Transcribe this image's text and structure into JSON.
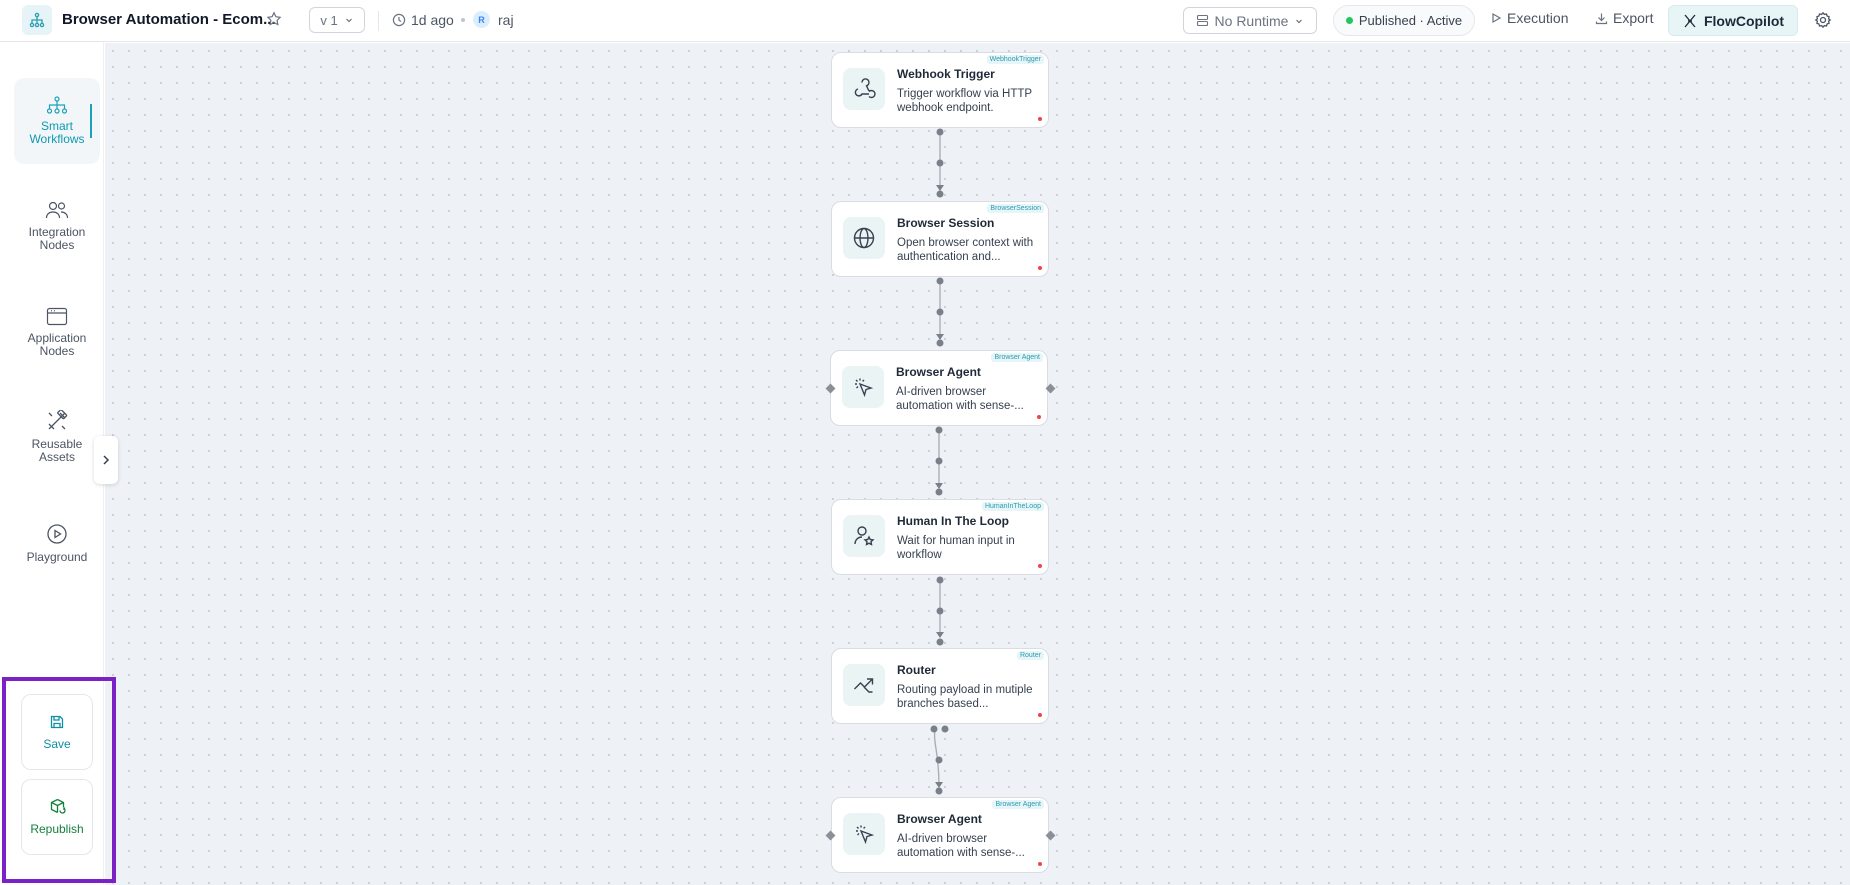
{
  "header": {
    "workflow_title": "Browser Automation - Ecom...",
    "version": "v 1",
    "updated": "1d ago",
    "user_initial": "R",
    "username": "raj",
    "runtime": "No Runtime",
    "status": "Published · Active",
    "execution": "Execution",
    "export": "Export",
    "copilot": "FlowCopilot"
  },
  "sidebar": {
    "items": [
      {
        "label": "Smart Workflows",
        "icon": "workflow-icon"
      },
      {
        "label": "Integration Nodes",
        "icon": "users-icon"
      },
      {
        "label": "Application Nodes",
        "icon": "browser-window-icon"
      },
      {
        "label": "Reusable Assets",
        "icon": "tools-icon"
      },
      {
        "label": "Playground",
        "icon": "play-circle-icon"
      }
    ],
    "save": "Save",
    "republish": "Republish"
  },
  "nodes": [
    {
      "title": "Webhook Trigger",
      "desc": "Trigger workflow via HTTP webhook endpoint.",
      "tag": "WebhookTrigger",
      "icon": "webhook-icon"
    },
    {
      "title": "Browser Session",
      "desc": "Open browser context with authentication and...",
      "tag": "BrowserSession",
      "icon": "globe-icon"
    },
    {
      "title": "Browser Agent",
      "desc": "AI-driven browser automation with sense-...",
      "tag": "Browser Agent",
      "icon": "cursor-click-icon"
    },
    {
      "title": "Human In The Loop",
      "desc": "Wait for human input in workflow",
      "tag": "HumanInTheLoop",
      "icon": "user-star-icon"
    },
    {
      "title": "Router",
      "desc": "Routing payload in mutiple branches based...",
      "tag": "Router",
      "icon": "trend-arrow-icon"
    },
    {
      "title": "Browser Agent",
      "desc": "AI-driven browser automation with sense-...",
      "tag": "Browser Agent",
      "icon": "cursor-click-icon"
    }
  ],
  "colors": {
    "accent": "#1aa3b8",
    "highlight_box": "#7b22c6",
    "status_active": "#22c55e"
  }
}
